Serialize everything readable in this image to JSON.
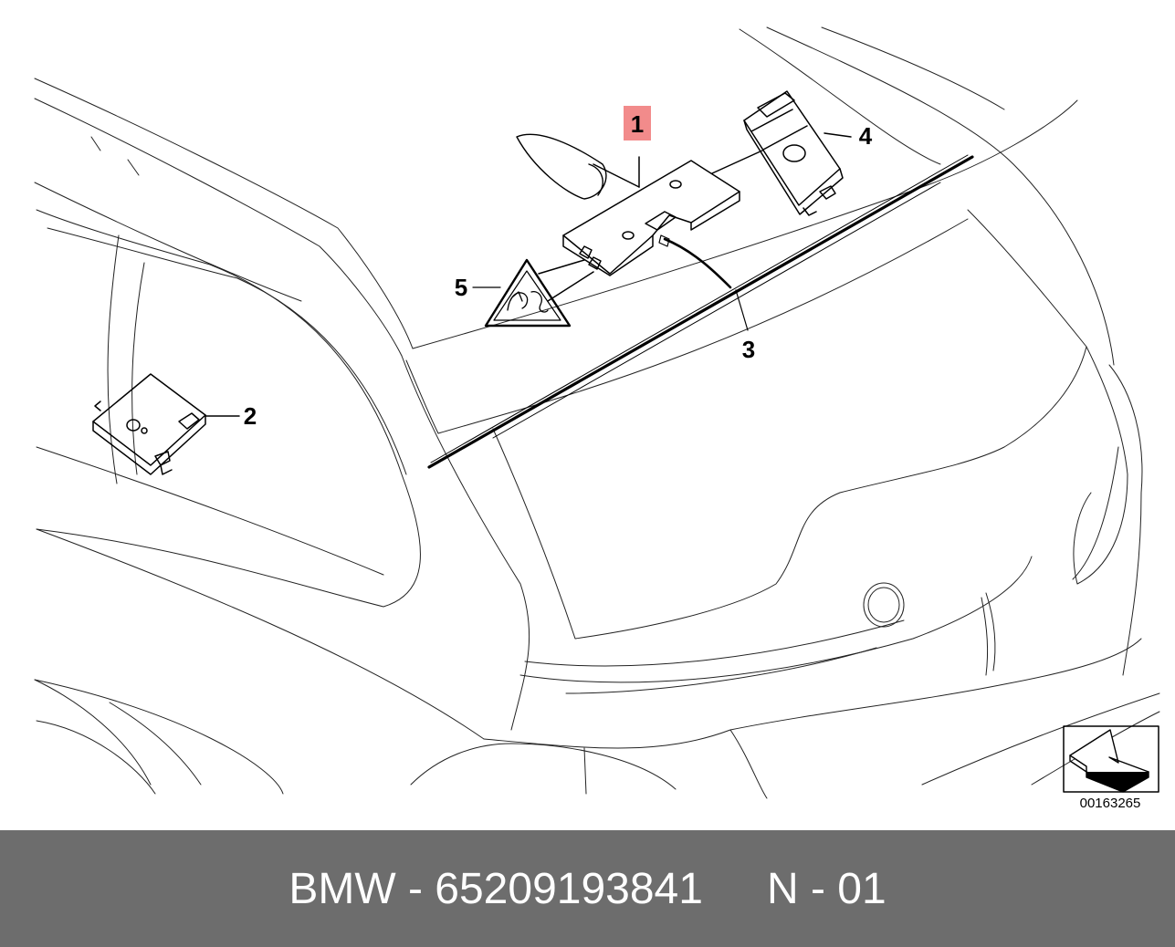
{
  "callouts": {
    "c1": "1",
    "c2": "2",
    "c3": "3",
    "c4": "4",
    "c5": "5"
  },
  "highlight_color": "#f28b8b",
  "reference_code": "00163265",
  "footer": {
    "brand_part": "BMW - 65209193841",
    "position": "N - 01"
  }
}
